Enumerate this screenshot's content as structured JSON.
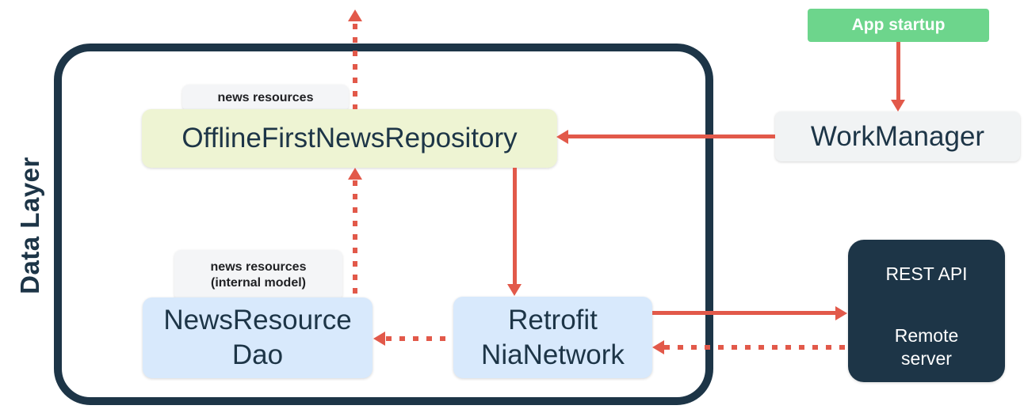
{
  "colors": {
    "navy": "#1d3547",
    "red": "#e2594a",
    "green": "#6dd58c",
    "lime": "#eef4d3",
    "light_blue": "#d8e9fc",
    "label_bg": "#f4f5f7",
    "panel_bg": "#f1f3f4",
    "background": "#ffffff"
  },
  "diagram": {
    "container": {
      "label": "Data Layer"
    },
    "nodes": {
      "repository": {
        "label": "OfflineFirstNewsRepository"
      },
      "repository_tag": {
        "label": "news resources"
      },
      "dao": {
        "line1": "NewsResource",
        "line2": "Dao"
      },
      "dao_tag": {
        "line1": "news resources",
        "line2": "(internal model)"
      },
      "network": {
        "line1": "Retrofit",
        "line2": "NiaNetwork"
      },
      "workmanager": {
        "label": "WorkManager"
      },
      "app_startup": {
        "label": "App startup"
      },
      "remote": {
        "title": "REST API",
        "line1": "Remote",
        "line2": "server"
      }
    },
    "edges": [
      {
        "from": "app_startup",
        "to": "workmanager",
        "style": "solid"
      },
      {
        "from": "workmanager",
        "to": "repository",
        "style": "solid"
      },
      {
        "from": "repository",
        "to": "network",
        "style": "solid"
      },
      {
        "from": "network",
        "to": "remote",
        "style": "solid"
      },
      {
        "from": "remote",
        "to": "network",
        "style": "dotted"
      },
      {
        "from": "network",
        "to": "dao",
        "style": "dotted"
      },
      {
        "from": "dao",
        "to": "repository",
        "style": "dotted"
      },
      {
        "from": "repository",
        "to": "outside-top",
        "style": "dotted"
      }
    ]
  }
}
